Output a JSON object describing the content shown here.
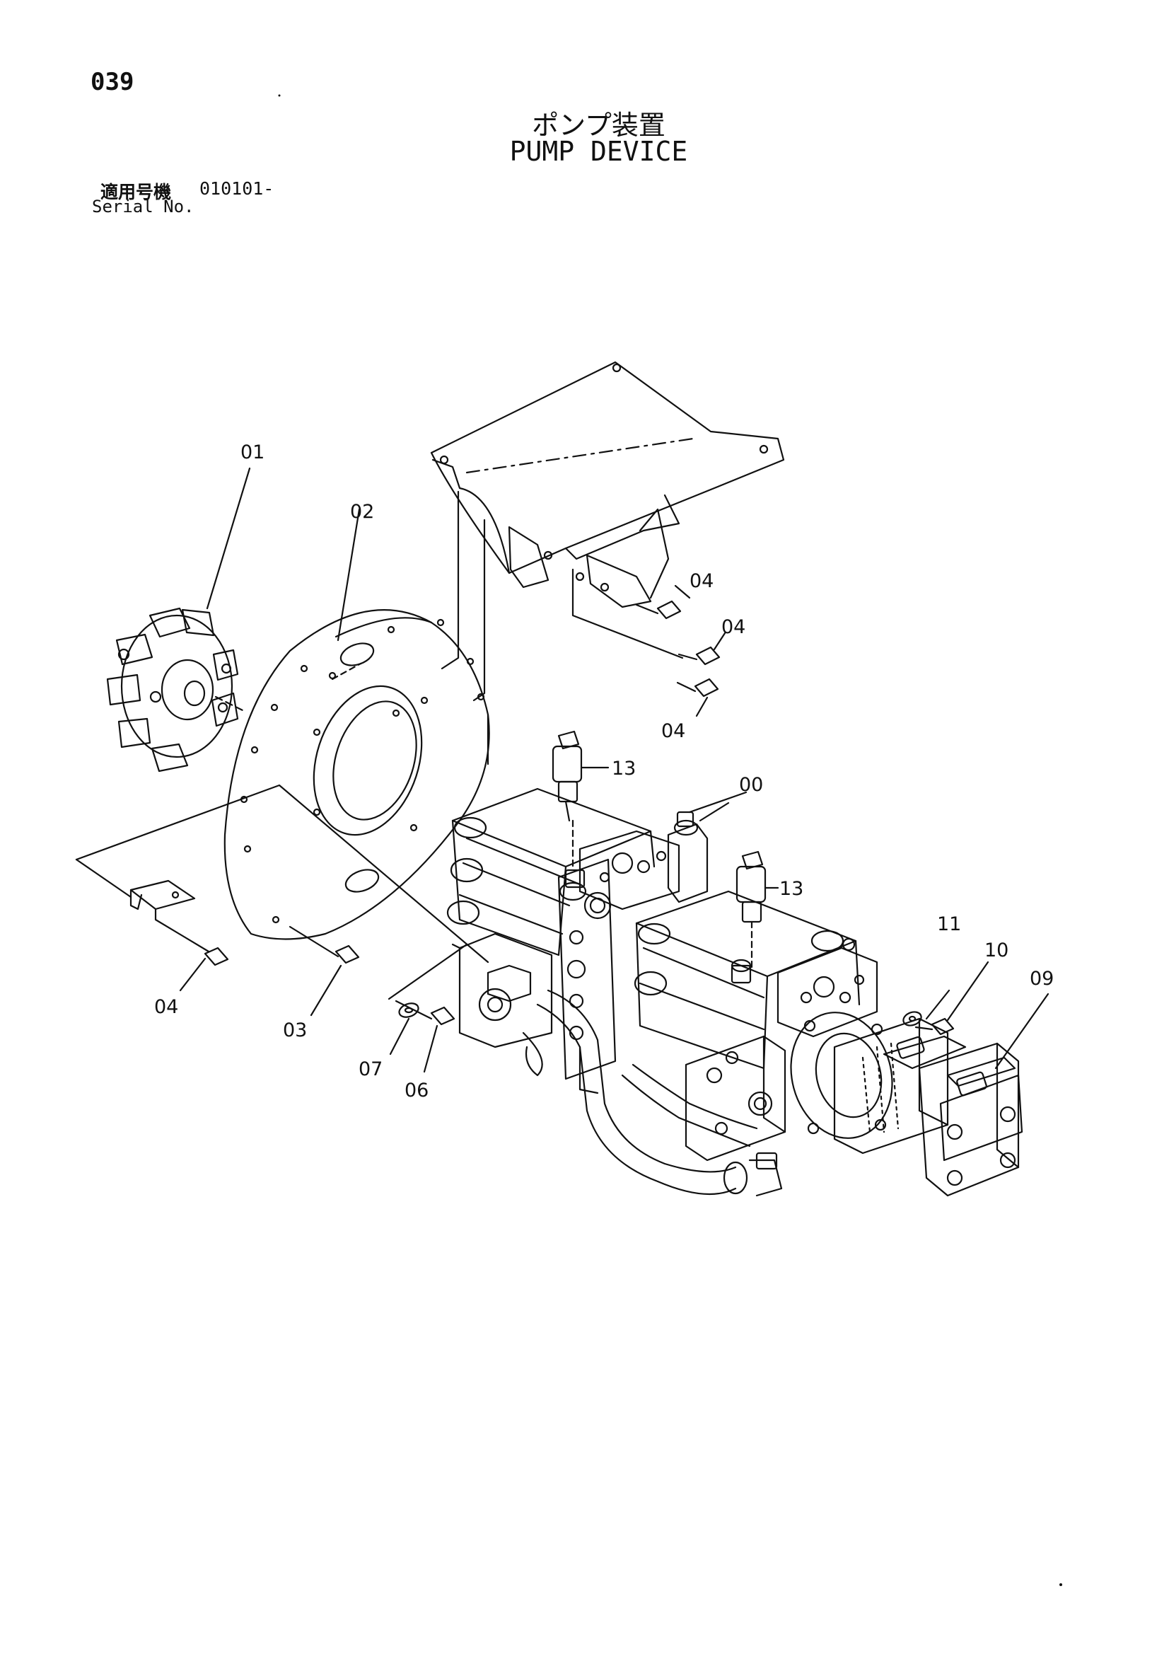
{
  "page_number": "039",
  "title_jp": "ポンプ装置",
  "title_en": "PUMP DEVICE",
  "serial": {
    "label_jp": "適用号機",
    "value": "010101-",
    "label_en": "Serial No."
  },
  "callouts": {
    "c01": "01",
    "c02": "02",
    "c03": "03",
    "c04a": "04",
    "c04b": "04",
    "c04c": "04",
    "c04d": "04",
    "c06": "06",
    "c07": "07",
    "c09": "09",
    "c10": "10",
    "c11": "11",
    "c13a": "13",
    "c13b": "13",
    "c00": "00"
  },
  "colors": {
    "ink": "#111111",
    "paper": "#ffffff"
  }
}
